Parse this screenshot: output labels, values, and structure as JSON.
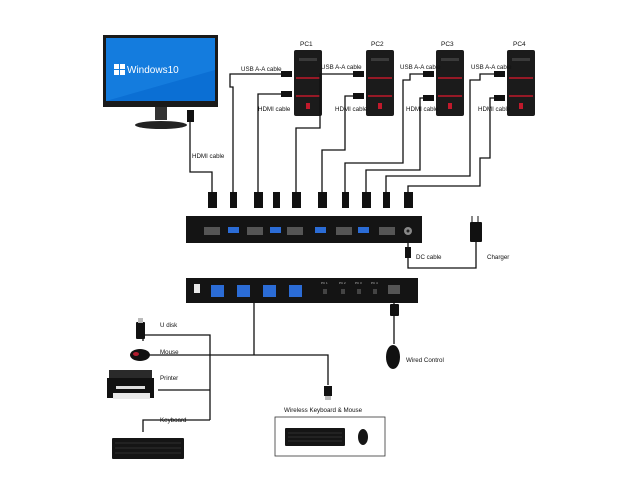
{
  "monitor": {
    "os_text": "Windows10"
  },
  "pcs": [
    {
      "name": "PC1",
      "usb_label": "USB A-A cable",
      "hdmi_label": "HDMI cable"
    },
    {
      "name": "PC2",
      "usb_label": "USB A-A cable",
      "hdmi_label": "HDMI cable"
    },
    {
      "name": "PC3",
      "usb_label": "USB A-A cable",
      "hdmi_label": "HDMI cable"
    },
    {
      "name": "PC4",
      "usb_label": "USB A-A cable",
      "hdmi_label": "HDMI cable"
    }
  ],
  "monitor_cable_label": "HDMI cable",
  "dc_cable_label": "DC cable",
  "charger_label": "Charger",
  "peripherals": {
    "udisk": "U disk",
    "mouse": "Mouse",
    "printer": "Printer",
    "keyboard": "Keyboard",
    "wireless_set": "Wireless Keyboard & Mouse",
    "wired_control": "Wired Control"
  },
  "front_buttons": [
    "PC 1",
    "PC 2",
    "PC 3",
    "PC 4"
  ]
}
